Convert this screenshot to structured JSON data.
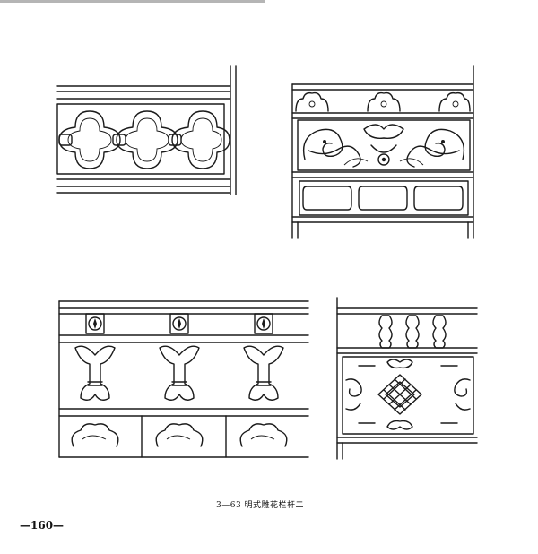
{
  "document": {
    "caption": "3—63  明式雕花栏杆二",
    "page_number": "—160—"
  },
  "figures": [
    {
      "name": "quatrefoil-ring-railing"
    },
    {
      "name": "scroll-carved-railing"
    },
    {
      "name": "baluster-carved-railing"
    },
    {
      "name": "endless-knot-railing"
    }
  ],
  "colors": {
    "ink": "#1a1a1a",
    "paper": "#ffffff"
  }
}
